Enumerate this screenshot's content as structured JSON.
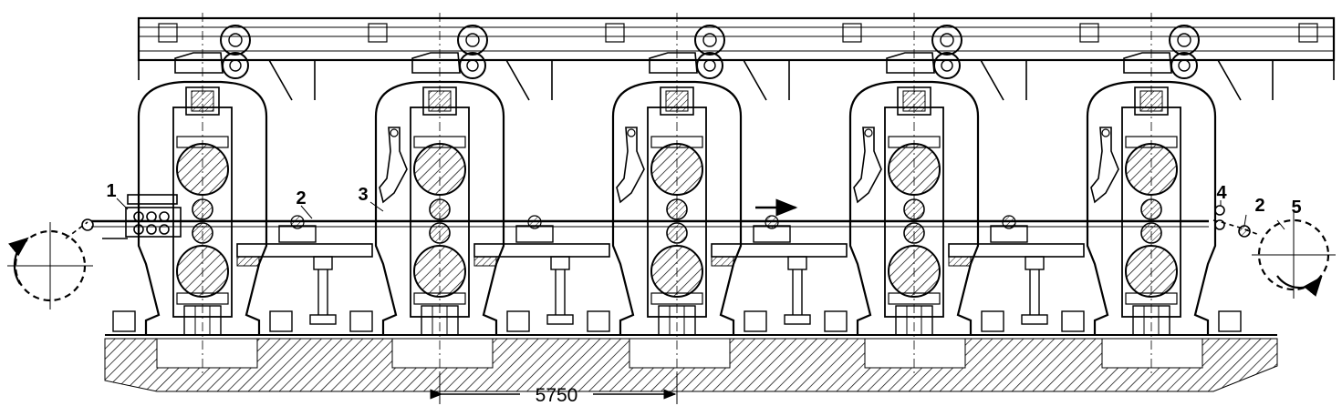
{
  "diagram": {
    "callouts": {
      "c1": "1",
      "c2_left": "2",
      "c3": "3",
      "c4": "4",
      "c2_right": "2",
      "c5": "5"
    },
    "dimension": {
      "value": "5750"
    },
    "stands": [
      {
        "id": "stand-1"
      },
      {
        "id": "stand-2"
      },
      {
        "id": "stand-3"
      },
      {
        "id": "stand-4"
      },
      {
        "id": "stand-5"
      }
    ],
    "colors": {
      "ink": "#000000",
      "background": "#ffffff"
    }
  }
}
